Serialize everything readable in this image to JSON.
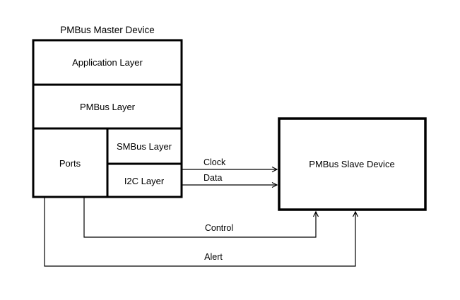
{
  "colors": {
    "line": "#000000",
    "background": "#ffffff"
  },
  "master": {
    "title": "PMBus Master Device",
    "layers": {
      "application": "Application Layer",
      "pmbus": "PMBus Layer",
      "ports": "Ports",
      "smbus": "SMBus Layer",
      "i2c": "I2C Layer"
    }
  },
  "slave": {
    "title": "PMBus Slave Device"
  },
  "signals": {
    "clock": "Clock",
    "data": "Data",
    "control": "Control",
    "alert": "Alert"
  }
}
